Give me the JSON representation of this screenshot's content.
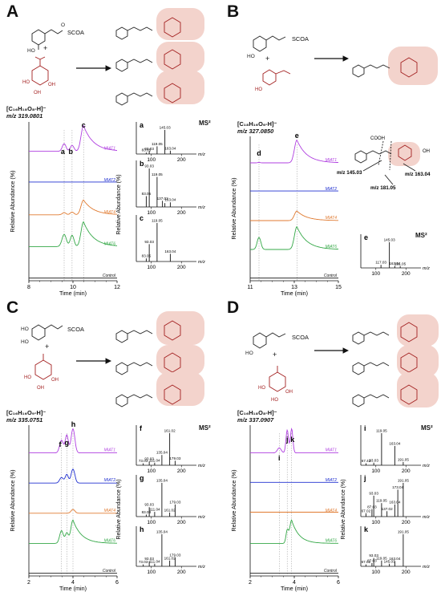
{
  "colors": {
    "MIAT1": "#b040e0",
    "MIAT2": "#2030d0",
    "MIAT4": "#e07a30",
    "MIAT6": "#34a847",
    "control": "#111111",
    "molecule_highlight": "#f0c8c0",
    "substrate": "#a32020"
  },
  "panels": {
    "A": {
      "letter": "A",
      "reagent": "SCOA",
      "plus": "+",
      "formula": "[C₁₆H₁₈O₈-H]⁻",
      "mz": "m/z 319.0801",
      "ms2": "MS²",
      "peak_labels": [
        "a",
        "b",
        "c"
      ],
      "traces": [
        "MIAT1",
        "MIAT2",
        "MIAT4",
        "MIAT6",
        "Control"
      ],
      "xaxis": {
        "label": "Time (min)",
        "ticks": [
          "8",
          "10",
          "12"
        ]
      },
      "yaxis": "Relative Abundance (%)",
      "spectra": [
        {
          "label": "a",
          "peaks": [
            {
              "mz": 145.03,
              "rel": 100
            },
            {
              "mz": 119.05,
              "rel": 32
            },
            {
              "mz": 163.04,
              "rel": 14
            },
            {
              "mz": 93.03,
              "rel": 12
            },
            {
              "mz": 83.05,
              "rel": 6
            }
          ],
          "tick_labels": [
            "145.03",
            "119.05",
            "163.04",
            "93.03",
            "83.05"
          ]
        },
        {
          "label": "b",
          "peaks": [
            {
              "mz": 119.05,
              "rel": 78
            },
            {
              "mz": 93.03,
              "rel": 100
            },
            {
              "mz": 83.05,
              "rel": 28
            },
            {
              "mz": 137.02,
              "rel": 16
            },
            {
              "mz": 163.04,
              "rel": 12
            },
            {
              "mz": 145.03,
              "rel": 10
            }
          ],
          "tick_labels": [
            "119.05",
            "93.03",
            "83.05",
            "137.02",
            "163.04"
          ]
        },
        {
          "label": "c",
          "peaks": [
            {
              "mz": 119.05,
              "rel": 100
            },
            {
              "mz": 93.03,
              "rel": 45
            },
            {
              "mz": 163.04,
              "rel": 20
            },
            {
              "mz": 83.05,
              "rel": 8
            }
          ],
          "tick_labels": [
            "119.05",
            "93.03",
            "163.04",
            "83.05"
          ]
        }
      ],
      "ms_ticks": [
        "100",
        "200"
      ],
      "ms_xlabel": "m/z",
      "ms_ylabel": "Relative Abundance (%)"
    },
    "B": {
      "letter": "B",
      "reagent": "SCOA",
      "plus": "+",
      "formula": "[C₁₈H₁₆O₆-H]⁻",
      "mz": "m/z 327.0850",
      "ms2": "MS²",
      "peak_labels": [
        "d",
        "e"
      ],
      "traces": [
        "MIAT1",
        "MIAT2",
        "MIAT4",
        "MIAT6",
        "Control"
      ],
      "xaxis": {
        "label": "Time (min)",
        "ticks": [
          "11",
          "13",
          "15"
        ]
      },
      "yaxis": "Relative Abundance (%)",
      "fragments": [
        "m/z 145.03",
        "m/z 163.04",
        "m/z 181.05"
      ],
      "cooh": "COOH",
      "oh": "OH",
      "spectra": [
        {
          "label": "e",
          "peaks": [
            {
              "mz": 145.03,
              "rel": 100
            },
            {
              "mz": 117.03,
              "rel": 12
            },
            {
              "mz": 163.04,
              "rel": 8
            },
            {
              "mz": 181.05,
              "rel": 7
            }
          ],
          "tick_labels": [
            "145.03",
            "117.03",
            "163.04",
            "181.05"
          ]
        }
      ],
      "ms_ticks": [
        "100",
        "200"
      ],
      "ms_xlabel": "m/z"
    },
    "C": {
      "letter": "C",
      "reagent": "SCOA",
      "plus": "+",
      "formula": "[C₁₆H₁₆O₉-H]⁻",
      "mz": "m/z 335.0751",
      "ms2": "MS²",
      "peak_labels": [
        "f",
        "g",
        "h"
      ],
      "traces": [
        "MIAT1",
        "MIAT2",
        "MIAT4",
        "MIAT6",
        "Control"
      ],
      "xaxis": {
        "label": "Time (min)",
        "ticks": [
          "2",
          "4",
          "6"
        ]
      },
      "yaxis": "Relative Abundance (%)",
      "spectra": [
        {
          "label": "f",
          "peaks": [
            {
              "mz": 161.02,
              "rel": 100
            },
            {
              "mz": 135.04,
              "rel": 32
            },
            {
              "mz": 179.03,
              "rel": 14
            },
            {
              "mz": 93.03,
              "rel": 12
            },
            {
              "mz": 111.04,
              "rel": 8
            },
            {
              "mz": 73.03,
              "rel": 6
            }
          ],
          "tick_labels": [
            "161.02",
            "135.04",
            "179.03",
            "93.03",
            "111.04",
            "73.03"
          ]
        },
        {
          "label": "g",
          "peaks": [
            {
              "mz": 135.04,
              "rel": 100
            },
            {
              "mz": 179.03,
              "rel": 36
            },
            {
              "mz": 93.03,
              "rel": 28
            },
            {
              "mz": 111.04,
              "rel": 14
            },
            {
              "mz": 161.02,
              "rel": 12
            },
            {
              "mz": 83.03,
              "rel": 6
            }
          ],
          "tick_labels": [
            "135.04",
            "179.03",
            "93.03",
            "111.04",
            "161.02",
            "83.03"
          ]
        },
        {
          "label": "h",
          "peaks": [
            {
              "mz": 135.04,
              "rel": 100
            },
            {
              "mz": 179.03,
              "rel": 28
            },
            {
              "mz": 161.02,
              "rel": 18
            },
            {
              "mz": 93.03,
              "rel": 16
            },
            {
              "mz": 111.04,
              "rel": 8
            },
            {
              "mz": 73.03,
              "rel": 6
            }
          ],
          "tick_labels": [
            "135.04",
            "179.03",
            "161.02",
            "93.03",
            "111.04",
            "73.03"
          ]
        }
      ],
      "ms_ticks": [
        "100",
        "200"
      ],
      "ms_xlabel": "m/z",
      "ms_ylabel": "Relative Abundance (%)"
    },
    "D": {
      "letter": "D",
      "reagent": "SCOA",
      "plus": "+",
      "formula": "[C₁₆H₁₈O₈-H]⁻",
      "mz": "m/z 337.0907",
      "ms2": "MS²",
      "peak_labels": [
        "i",
        "j",
        "k"
      ],
      "traces": [
        "MIAT1",
        "MIAT2",
        "MIAT4",
        "MIAT6",
        "Control"
      ],
      "xaxis": {
        "label": "Time (min)",
        "ticks": [
          "2",
          "4",
          "6"
        ]
      },
      "yaxis": "Relative Abundance (%)",
      "spectra": [
        {
          "label": "i",
          "peaks": [
            {
              "mz": 119.05,
              "rel": 100
            },
            {
              "mz": 163.04,
              "rel": 60
            },
            {
              "mz": 191.05,
              "rel": 10
            },
            {
              "mz": 93.03,
              "rel": 8
            },
            {
              "mz": 67.42,
              "rel": 6
            }
          ],
          "tick_labels": [
            "119.05",
            "163.04",
            "191.05",
            "93.03",
            "67.42"
          ]
        },
        {
          "label": "j",
          "peaks": [
            {
              "mz": 191.05,
              "rel": 100
            },
            {
              "mz": 173.04,
              "rel": 80
            },
            {
              "mz": 93.03,
              "rel": 62
            },
            {
              "mz": 119.05,
              "rel": 40
            },
            {
              "mz": 163.04,
              "rel": 36
            },
            {
              "mz": 87.03,
              "rel": 22
            },
            {
              "mz": 137.02,
              "rel": 16
            },
            {
              "mz": 67.02,
              "rel": 10
            }
          ],
          "tick_labels": [
            "191.05",
            "173.04",
            "93.03",
            "119.05",
            "163.04",
            "87.03",
            "137.02",
            "67.02"
          ]
        },
        {
          "label": "k",
          "peaks": [
            {
              "mz": 191.05,
              "rel": 100
            },
            {
              "mz": 93.03,
              "rel": 26
            },
            {
              "mz": 119.05,
              "rel": 18
            },
            {
              "mz": 163.04,
              "rel": 16
            },
            {
              "mz": 87.03,
              "rel": 10
            },
            {
              "mz": 145.03,
              "rel": 8
            },
            {
              "mz": 67.02,
              "rel": 6
            }
          ],
          "tick_labels": [
            "191.05",
            "93.03",
            "119.05",
            "163.04",
            "87.03",
            "145.03",
            "67.02"
          ]
        }
      ],
      "ms_ticks": [
        "100",
        "200"
      ],
      "ms_xlabel": "m/z",
      "ms_ylabel": "Relative Abundance (%)"
    }
  }
}
